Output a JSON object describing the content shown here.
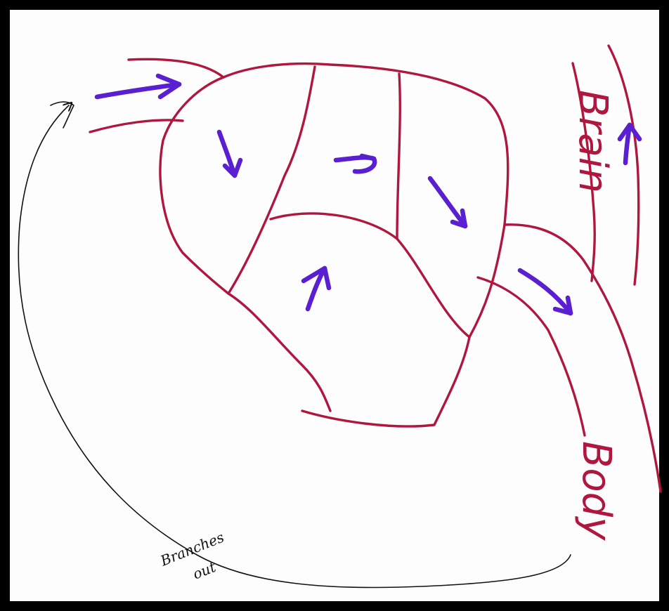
{
  "labels": {
    "top_right": "Brain",
    "bottom_right": "Body",
    "bottom_left_line1": "Branches",
    "bottom_left_line2": "out"
  },
  "colors": {
    "vessel": "#b0173f",
    "flow_arrow": "#5a1fd0",
    "ink": "#111111",
    "frame": "#000000"
  }
}
